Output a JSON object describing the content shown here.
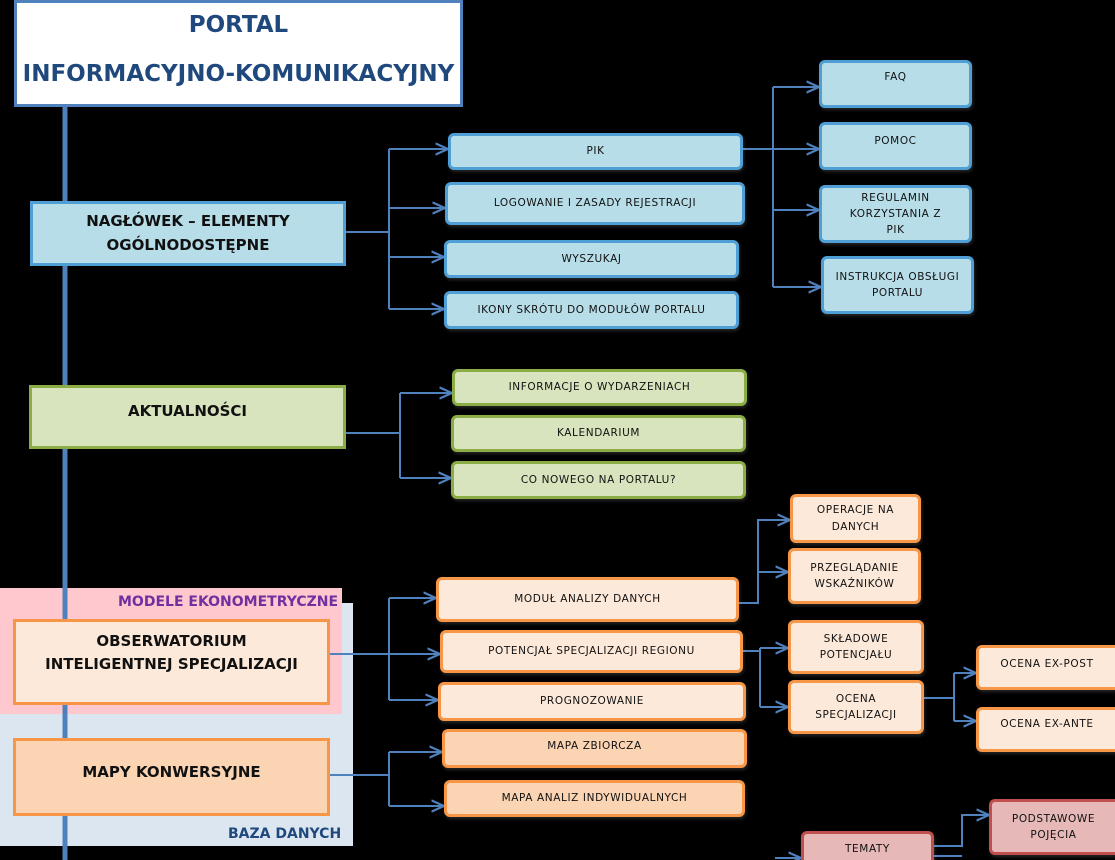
{
  "title": {
    "line1": "PORTAL",
    "line2": "INFORMACYJNO-KOMUNIKACYJNY"
  },
  "zones": {
    "baza_danych": "BAZA DANYCH",
    "modele": "MODELE EKONOMETRYCZNE"
  },
  "header_section": {
    "label": "NAGŁÓWEK – ELEMENTY OGÓLNODOSTĘPNE",
    "items": {
      "pik": "PIK",
      "logowanie": "LOGOWANIE I ZASADY REJESTRACJI",
      "wyszukaj": "WYSZUKAJ",
      "ikony": "IKONY SKRÓTU DO MODUŁÓW PORTALU"
    },
    "pik_children": {
      "faq": "FAQ",
      "pomoc": "POMOC",
      "regulamin": "REGULAMIN KORZYSTANIA Z PIK",
      "instrukcja": "INSTRUKCJA OBSŁUGI PORTALU"
    }
  },
  "news_section": {
    "label": "AKTUALNOŚCI",
    "items": {
      "informacje": "INFORMACJE O WYDARZENIACH",
      "kalendarium": "KALENDARIUM",
      "co_nowego": "CO NOWEGO NA PORTALU?"
    }
  },
  "observatory_section": {
    "label": "OBSERWATORIUM INTELIGENTNEJ SPECJALIZACJI",
    "items": {
      "modul": "MODUŁ ANALIZY DANYCH",
      "potencjal": "POTENCJAŁ SPECJALIZACJI REGIONU",
      "prognozowanie": "PROGNOZOWANIE"
    },
    "modul_children": {
      "operacje": "OPERACJE NA DANYCH",
      "przegladanie": "PRZEGLĄDANIE WSKAŹNIKÓW"
    },
    "potencjal_children": {
      "skladowe": "SKŁADOWE POTENCJAŁU",
      "ocena": "OCENA SPECJALIZACJI"
    },
    "ocena_children": {
      "ex_post": "OCENA EX-POST",
      "ex_ante": "OCENA EX-ANTE"
    }
  },
  "maps_section": {
    "label": "MAPY KONWERSYJNE",
    "items": {
      "zbiorcza": "MAPA ZBIORCZA",
      "indywidualne": "MAPA ANALIZ INDYWIDUALNYCH"
    }
  },
  "topics_section": {
    "label": "TEMATY",
    "children": {
      "podstawowe": "PODSTAWOWE POJĘCIA"
    }
  },
  "colors": {
    "connector": "#4f81bd",
    "blue_fill": "#b7dde8",
    "green_fill": "#d7e4bd",
    "peach_fill": "#fde9d9",
    "orange_fill": "#fbd4b4",
    "pink_fill": "#e6b9b8",
    "zone_baza": "#dce6f1",
    "zone_modele": "#ffc7ce",
    "modele_text": "#7030a0",
    "title_text": "#1f497d"
  }
}
